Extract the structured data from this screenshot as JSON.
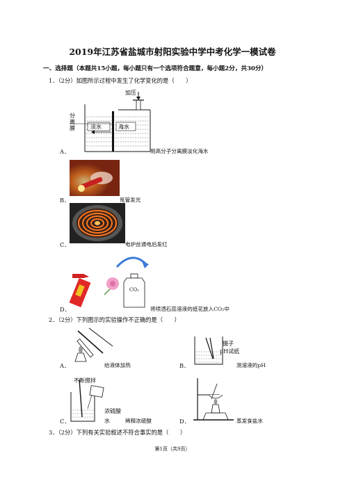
{
  "title": "2019年江苏省盐城市射阳实验中学中考化学一模试卷",
  "section": "一、选择题（本题共15小题，每小题只有一个选项符合题意，每小题2分，共30分）",
  "q1": {
    "stem": "1．（2分）如图所示过程中发生了化学变化的是（　　）",
    "diagram": {
      "press": "加压",
      "membrane": "分离膜",
      "fresh": "淡水",
      "sea": "海水"
    },
    "options": [
      {
        "letter": "A．",
        "caption": "用高分子分离膜淡化海水"
      },
      {
        "letter": "B．",
        "caption": "氖管发光"
      },
      {
        "letter": "C．",
        "caption": "电炉丝通电后发红"
      },
      {
        "letter": "D．",
        "caption": "将喷洒石蕊溶液的纸花放入CO₂中"
      }
    ],
    "co2_label": "CO₂"
  },
  "q2": {
    "stem": "2．（2分）下列图示的实验操作不正确的是（　　）",
    "options": [
      {
        "letter": "A．",
        "caption": "给液体加热"
      },
      {
        "letter": "B．",
        "caption": "测溶液的pH"
      },
      {
        "letter": "C．",
        "caption": "稀释浓硫酸"
      },
      {
        "letter": "D．",
        "caption": "蒸发食盐水"
      }
    ],
    "labels": {
      "tweezers": "镊子",
      "ph_paper": "pH试纸",
      "stir": "不断搅拌",
      "acid": "浓硫酸",
      "water": "水"
    }
  },
  "q3": {
    "stem": "3．（2分）下列有关实验叙述不符合事实的是（　　）"
  },
  "footer": "第1页（共9页）"
}
